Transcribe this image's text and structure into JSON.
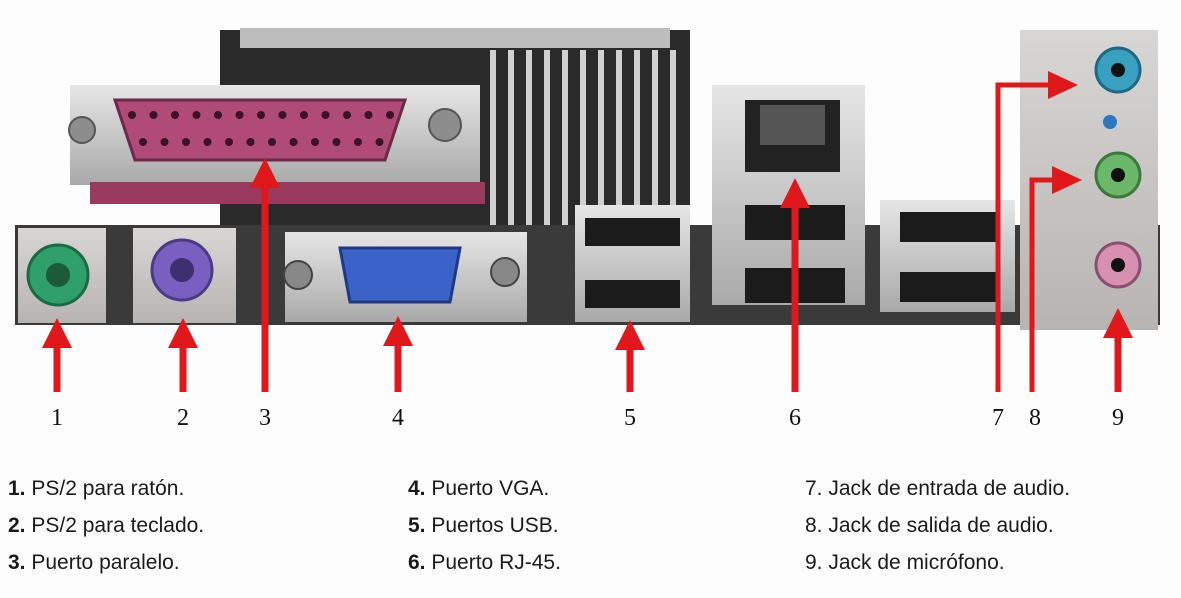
{
  "colors": {
    "arrow": "#e0181b",
    "ps2_mouse": "#2fa06a",
    "ps2_keyboard": "#7a5fc0",
    "parallel": "#b04a78",
    "vga": "#3a62c8",
    "audio_in": "#3aa0c0",
    "audio_out": "#6cb86a",
    "mic": "#d890b0"
  },
  "callout_numbers": [
    "1",
    "2",
    "3",
    "4",
    "5",
    "6",
    "7",
    "8",
    "9"
  ],
  "legend": {
    "columns": [
      [
        {
          "num": "1.",
          "text": "PS/2 para ratón."
        },
        {
          "num": "2.",
          "text": "PS/2 para teclado."
        },
        {
          "num": "3.",
          "text": "Puerto paralelo."
        }
      ],
      [
        {
          "num": "4.",
          "text": "Puerto VGA."
        },
        {
          "num": "5.",
          "text": "Puertos USB."
        },
        {
          "num": "6.",
          "text": "Puerto RJ-45."
        }
      ],
      [
        {
          "num": "7.",
          "text": "Jack de entrada de audio."
        },
        {
          "num": "8.",
          "text": "Jack de salida de audio."
        },
        {
          "num": "9.",
          "text": "Jack de micrófono."
        }
      ]
    ]
  }
}
